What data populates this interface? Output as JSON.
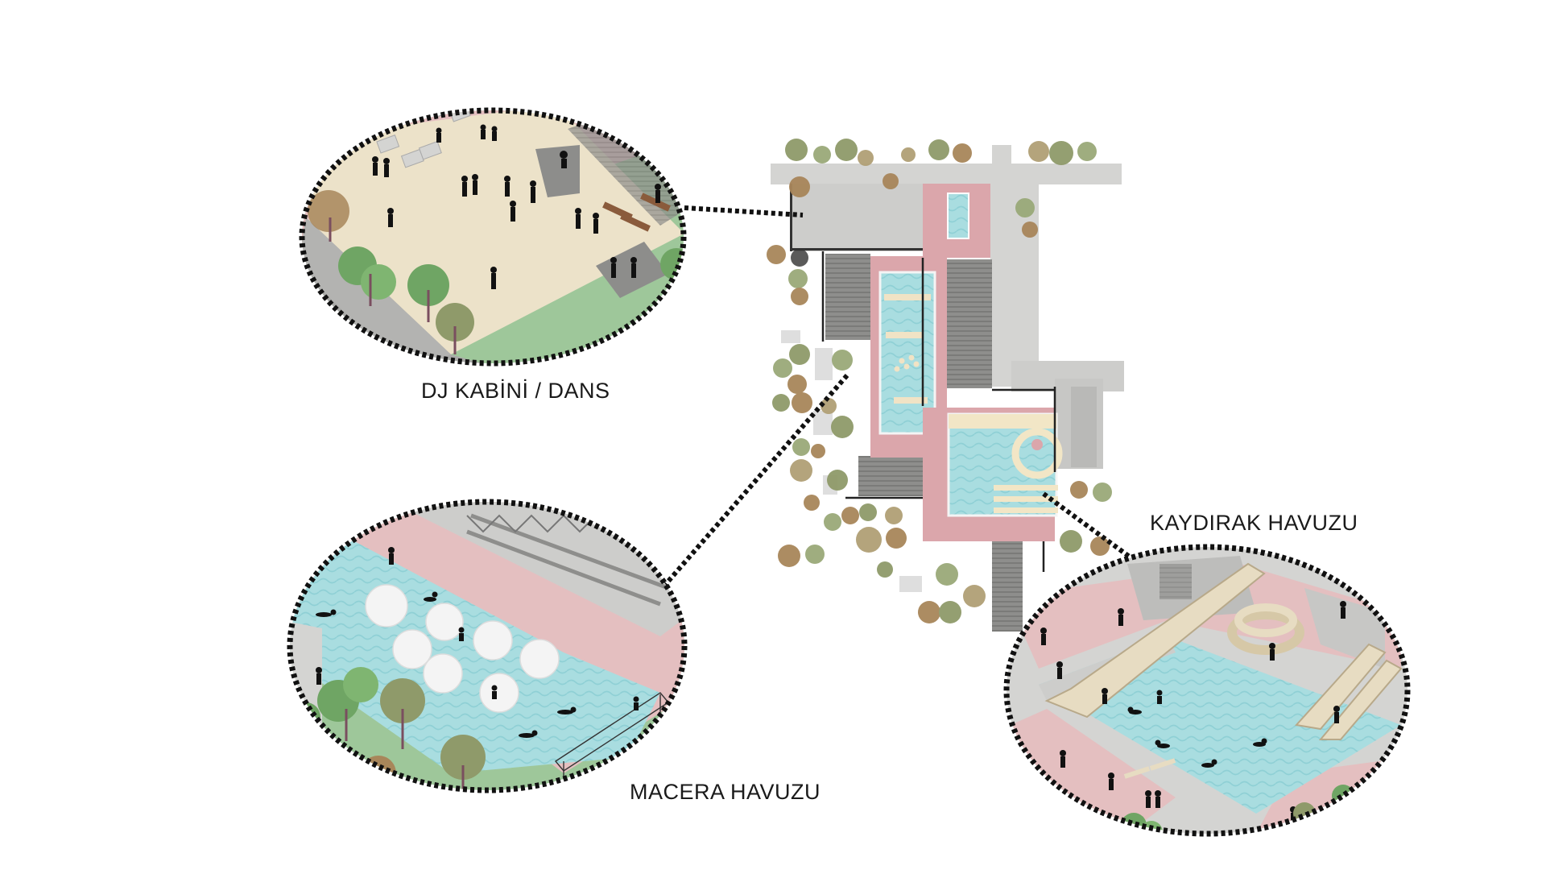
{
  "labels": {
    "dj": "DJ KABİNİ / DANS",
    "macera": "MACERA HAVUZU",
    "kaydirak": "KAYDIRAK HAVUZU"
  },
  "colors": {
    "concrete": "#d4d4d2",
    "concrete_dark": "#a9a9a7",
    "pink": "#dba6ab",
    "pink_light": "#e4bfc0",
    "pool": "#a9dde0",
    "pool_dark": "#7ccbd2",
    "sand": "#ece2c9",
    "grass": "#9ec79a",
    "tree_green": "#6fa564",
    "tree_brown": "#a8865a",
    "tree_olive": "#8f9a6a",
    "dotted_line": "#111111",
    "label_text": "#1a1a1a"
  },
  "icons": [
    "person-icon",
    "tree-icon",
    "swimmer-icon",
    "bench-icon",
    "slide-icon"
  ]
}
